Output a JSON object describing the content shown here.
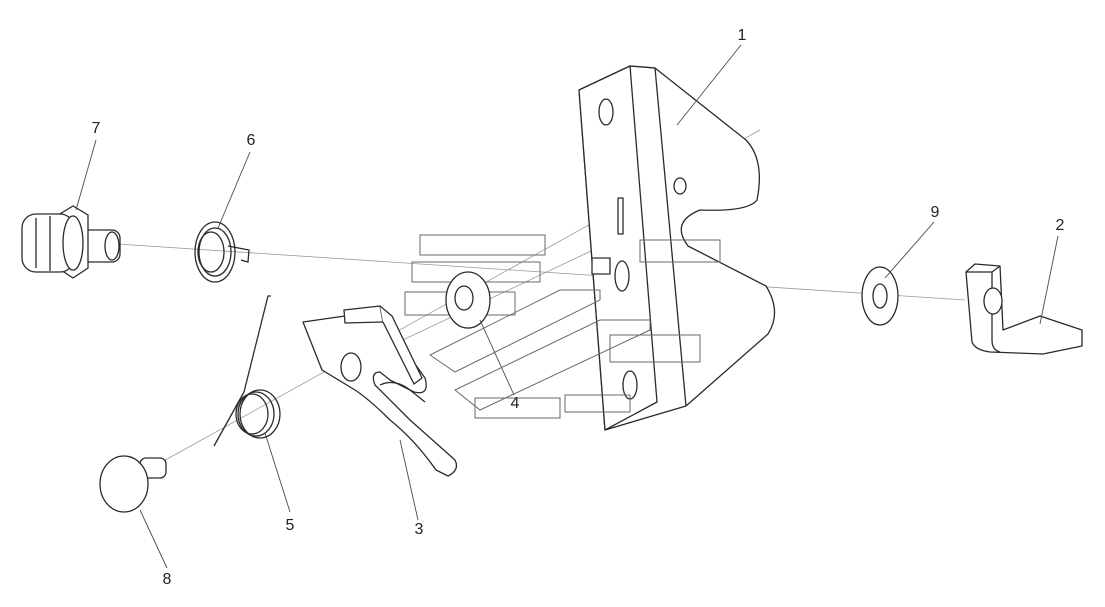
{
  "callouts": [
    {
      "id": "bracket",
      "label": "1"
    },
    {
      "id": "angle-plate",
      "label": "2"
    },
    {
      "id": "latch-lever",
      "label": "3"
    },
    {
      "id": "washer-small",
      "label": "4"
    },
    {
      "id": "torsion-spring-long",
      "label": "5"
    },
    {
      "id": "torsion-spring-short",
      "label": "6"
    },
    {
      "id": "hex-bolt",
      "label": "7"
    },
    {
      "id": "pin",
      "label": "8"
    },
    {
      "id": "washer-large",
      "label": "9"
    }
  ]
}
